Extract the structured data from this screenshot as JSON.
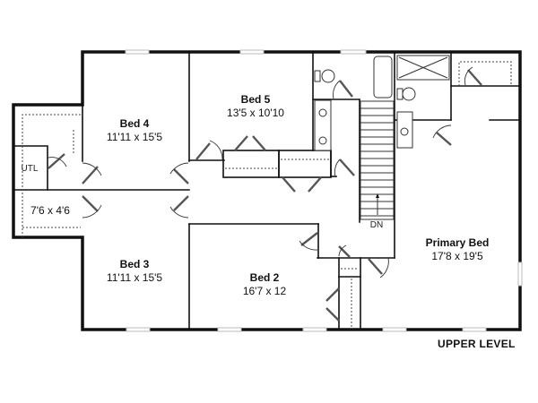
{
  "plan": {
    "level_label": "UPPER LEVEL",
    "stair_label": "DN",
    "rooms": [
      {
        "id": "bed4",
        "name": "Bed 4",
        "dims": "11'11 x 15'5"
      },
      {
        "id": "bed5",
        "name": "Bed 5",
        "dims": "13'5 x 10'10"
      },
      {
        "id": "bed3",
        "name": "Bed 3",
        "dims": "11'11 x 15'5"
      },
      {
        "id": "bed2",
        "name": "Bed 2",
        "dims": "16'7 x 12"
      },
      {
        "id": "primary",
        "name": "Primary Bed",
        "dims": "17'8 x 19'5"
      },
      {
        "id": "utl",
        "name": "UTL",
        "dims": ""
      },
      {
        "id": "storage",
        "name": "",
        "dims": "7'6 x 4'6"
      }
    ]
  }
}
